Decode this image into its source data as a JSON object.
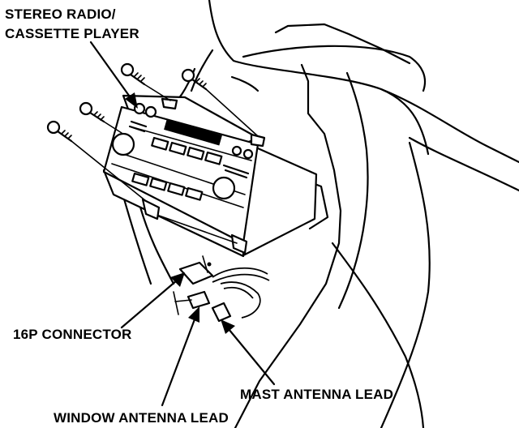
{
  "labels": {
    "stereo_line1": "STEREO RADIO/",
    "stereo_line2": "CASSETTE PLAYER",
    "connector_16p": "16P CONNECTOR",
    "mast_antenna": "MAST ANTENNA LEAD",
    "window_antenna": "WINDOW ANTENNA LEAD"
  }
}
